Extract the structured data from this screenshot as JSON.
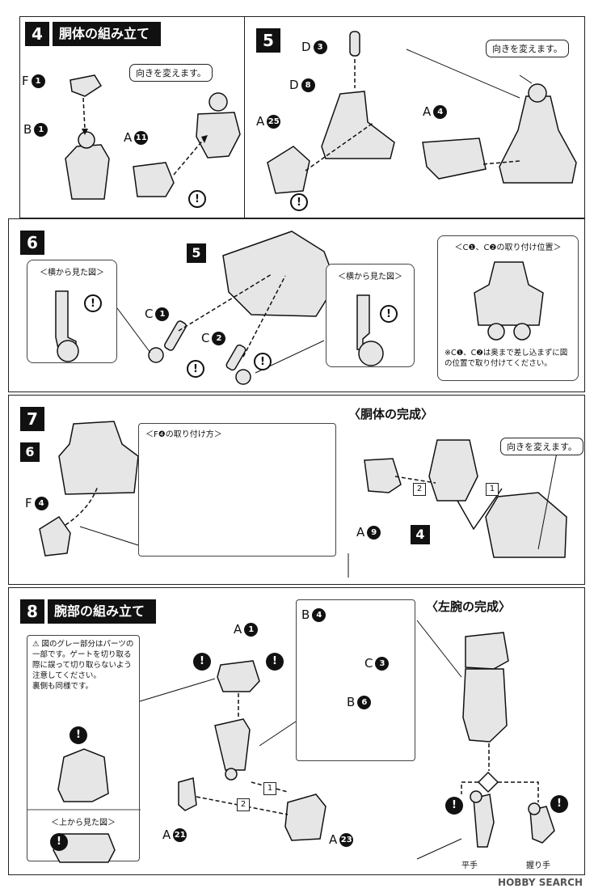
{
  "step4": {
    "num": "4",
    "title": "胴体の組み立て",
    "callout": "向きを変えます。",
    "parts": [
      {
        "letter": "F",
        "num": "1"
      },
      {
        "letter": "B",
        "num": "1"
      },
      {
        "letter": "A",
        "num": "11"
      }
    ]
  },
  "step5": {
    "num": "5",
    "callout": "向きを変えます。",
    "parts": [
      {
        "letter": "D",
        "num": "3"
      },
      {
        "letter": "D",
        "num": "8"
      },
      {
        "letter": "A",
        "num": "25"
      },
      {
        "letter": "A",
        "num": "4"
      }
    ]
  },
  "step6": {
    "num": "6",
    "ref_step": "5",
    "side_view_1": "＜横から見た図＞",
    "side_view_2": "＜横から見た図＞",
    "pos_title": "＜C❶、C❷の取り付け位置＞",
    "pos_note": "※C❶、C❷は奥まで差し込まずに図の位置で取り付けてください。",
    "parts": [
      {
        "letter": "C",
        "num": "1"
      },
      {
        "letter": "C",
        "num": "2"
      }
    ]
  },
  "step7": {
    "num": "7",
    "ref_step": "6",
    "f4_title": "＜F❹の取り付け方＞",
    "complete_title": "〈胴体の完成〉",
    "callout": "向きを変えます。",
    "ref_step4": "4",
    "tags": [
      "2",
      "1"
    ],
    "parts": [
      {
        "letter": "F",
        "num": "4"
      },
      {
        "letter": "A",
        "num": "9"
      }
    ]
  },
  "step8": {
    "num": "8",
    "title": "腕部の組み立て",
    "note": "⚠ 図のグレー部分はパーツの一部です。ゲートを切り取る際に誤って切り取らないよう注意してください。\n裏側も同様です。",
    "top_view": "＜上から見た図＞",
    "tags": [
      "1",
      "2"
    ],
    "parts": [
      {
        "letter": "A",
        "num": "1"
      },
      {
        "letter": "B",
        "num": "4"
      },
      {
        "letter": "C",
        "num": "3"
      },
      {
        "letter": "B",
        "num": "6"
      },
      {
        "letter": "A",
        "num": "21"
      },
      {
        "letter": "A",
        "num": "23"
      }
    ]
  },
  "arm_complete": {
    "title": "〈左腕の完成〉",
    "flat_hand": "平手",
    "grip_hand": "握り手"
  },
  "watermark": "HOBBY SEARCH",
  "colors": {
    "ink": "#111111",
    "part_fill": "#e6e6e6",
    "gray": "#9a9a9a"
  }
}
